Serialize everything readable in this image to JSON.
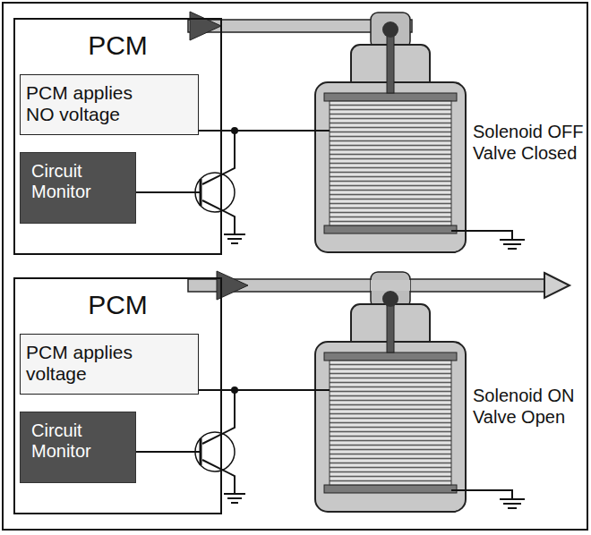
{
  "diagram": {
    "nodes": [
      {
        "text": [
          "PCM"
        ]
      },
      {
        "text": [
          "PCM applies NO voltage"
        ],
        "in": 0
      },
      {
        "text": [
          "Circuit Monitor"
        ],
        "in": 0
      },
      {
        "text": [
          "PCM"
        ]
      },
      {
        "text": [
          "PCM applies voltage"
        ],
        "in": 3
      },
      {
        "text": [
          "Circuit Monitor"
        ],
        "in": 3
      }
    ],
    "labels": [
      "Solenoid OFF Valve Closed",
      "Solenoid ON Valve Open"
    ]
  }
}
